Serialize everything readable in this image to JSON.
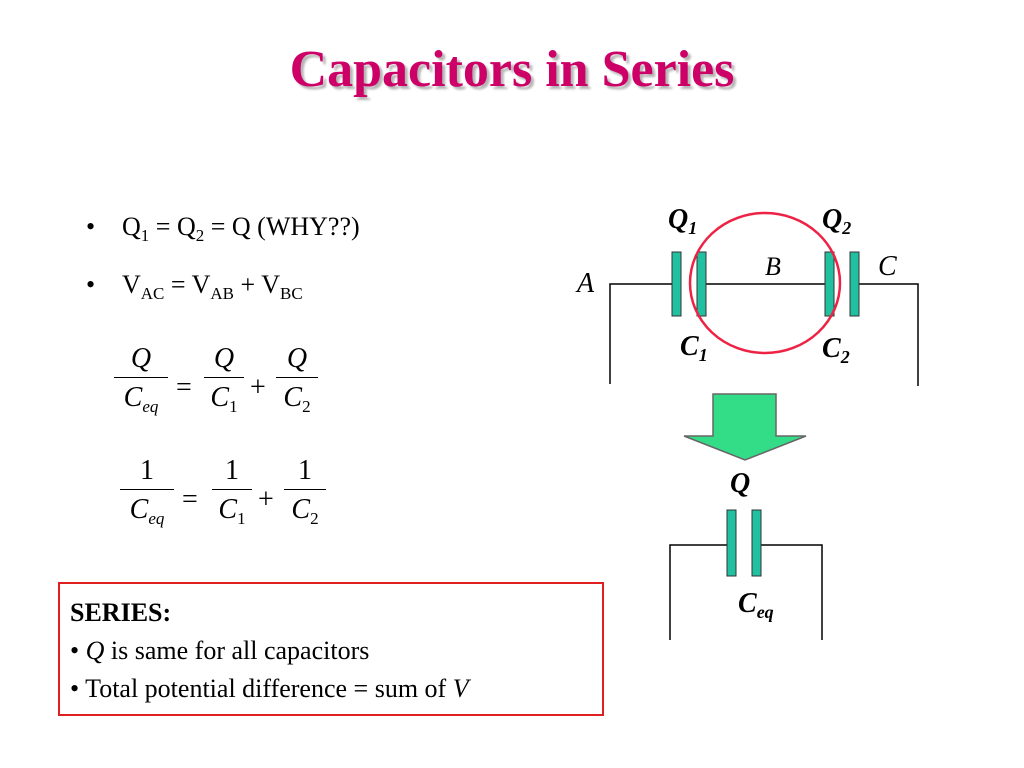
{
  "title": "Capacitors in Series",
  "bullets": {
    "b1": {
      "q1": "Q",
      "s1": "1",
      "eq1": " = Q",
      "s2": "2",
      "rest": " = Q (WHY??)"
    },
    "b2": {
      "v": "V",
      "s_ac": "AC",
      "eq_ab": " = V",
      "s_ab": "AB",
      "plus": " + V",
      "s_bc": "BC"
    }
  },
  "equations": {
    "e1": {
      "n1": "Q",
      "d1": "C",
      "d1s": "eq",
      "eq": "=",
      "n2": "Q",
      "d2": "C",
      "d2s": "1",
      "plus": "+",
      "n3": "Q",
      "d3": "C",
      "d3s": "2"
    },
    "e2": {
      "n1": "1",
      "d1": "C",
      "d1s": "eq",
      "eq": "=",
      "n2": "1",
      "d2": "C",
      "d2s": "1",
      "plus": "+",
      "n3": "1",
      "d3": "C",
      "d3s": "2"
    }
  },
  "summary": {
    "heading": "SERIES:",
    "line1_bullet": "• ",
    "line1_q": "Q",
    "line1_rest": " is same for all capacitors",
    "line2_text": "• Total potential difference = sum of ",
    "line2_v": "V"
  },
  "diagram": {
    "node_a": "A",
    "node_b": "B",
    "node_c": "C",
    "q1": "Q",
    "q1_sub": "1",
    "q2": "Q",
    "q2_sub": "2",
    "c1": "C",
    "c1_sub": "1",
    "c2": "C",
    "c2_sub": "2",
    "q": "Q",
    "ceq": "C",
    "ceq_sub": "eq"
  },
  "colors": {
    "title": "#cc0066",
    "plate": "#20c0a0",
    "arrow": "#33dd88",
    "circle": "#ee2244",
    "box_border": "#e02020"
  }
}
